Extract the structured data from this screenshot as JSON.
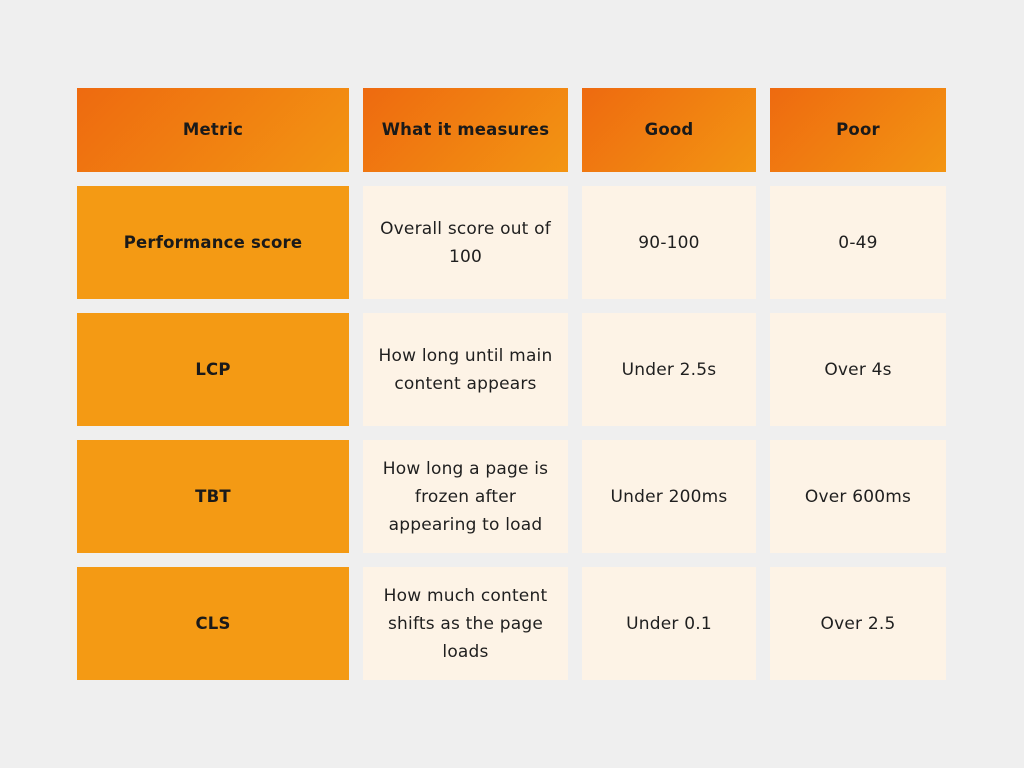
{
  "table": {
    "headers": [
      "Metric",
      "What it measures",
      "Good",
      "Poor"
    ],
    "rows": [
      {
        "metric": "Performance score",
        "measures": "Overall score out of 100",
        "good": "90-100",
        "poor": "0-49"
      },
      {
        "metric": "LCP",
        "measures": "How long until main content appears",
        "good": "Under 2.5s",
        "poor": "Over 4s"
      },
      {
        "metric": "TBT",
        "measures": "How long a page is frozen after appearing to load",
        "good": "Under 200ms",
        "poor": "Over 600ms"
      },
      {
        "metric": "CLS",
        "measures": "How much content shifts as the page loads",
        "good": "Under 0.1",
        "poor": "Over 2.5"
      }
    ]
  },
  "colors": {
    "background": "#efefef",
    "header_gradient_start": "#ee6a10",
    "header_gradient_end": "#f39512",
    "metric_cell": "#f49a14",
    "value_cell": "#fdf3e6"
  }
}
